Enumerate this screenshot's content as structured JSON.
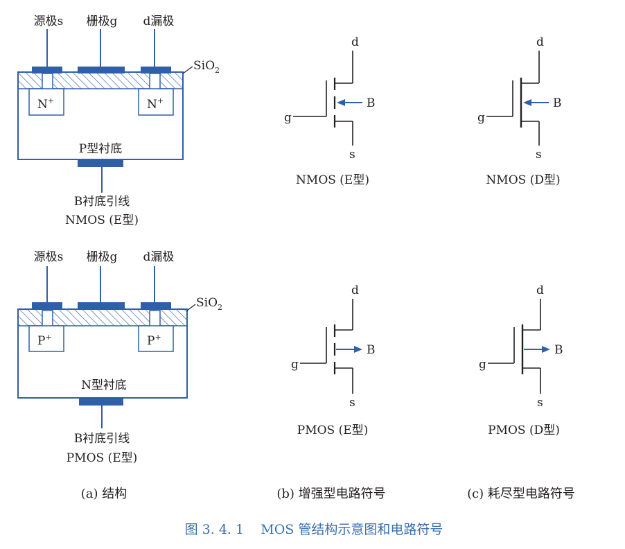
{
  "structure_nmos": {
    "label_source": "源极s",
    "label_gate": "栅极g",
    "label_drain": "d漏极",
    "label_oxide": "SiO",
    "label_oxide_sub": "2",
    "well_left": "N",
    "well_left_sup": "+",
    "well_right": "N",
    "well_right_sup": "+",
    "substrate": "P型衬底",
    "lead": "B衬底引线",
    "type": "NMOS (E型)"
  },
  "structure_pmos": {
    "label_source": "源极s",
    "label_gate": "栅极g",
    "label_drain": "d漏极",
    "label_oxide": "SiO",
    "label_oxide_sub": "2",
    "well_left": "P",
    "well_left_sup": "+",
    "well_right": "P",
    "well_right_sup": "+",
    "substrate": "N型衬底",
    "lead": "B衬底引线",
    "type": "PMOS (E型)"
  },
  "symbols": [
    {
      "d": "d",
      "g": "g",
      "s": "s",
      "b": "B",
      "caption": "NMOS (E型)"
    },
    {
      "d": "d",
      "g": "g",
      "s": "s",
      "b": "B",
      "caption": "NMOS (D型)"
    },
    {
      "d": "d",
      "g": "g",
      "s": "s",
      "b": "B",
      "caption": "PMOS (E型)"
    },
    {
      "d": "d",
      "g": "g",
      "s": "s",
      "b": "B",
      "caption": "PMOS (D型)"
    }
  ],
  "subcaptions": {
    "a": "(a) 结构",
    "b": "(b) 增强型电路符号",
    "c": "(c) 耗尽型电路符号"
  },
  "figure_caption": "图 3. 4. 1    MOS 管结构示意图和电路符号",
  "colors": {
    "blue": "#2f5fa8",
    "dark": "#231f20",
    "caption": "#3a6fb0"
  }
}
